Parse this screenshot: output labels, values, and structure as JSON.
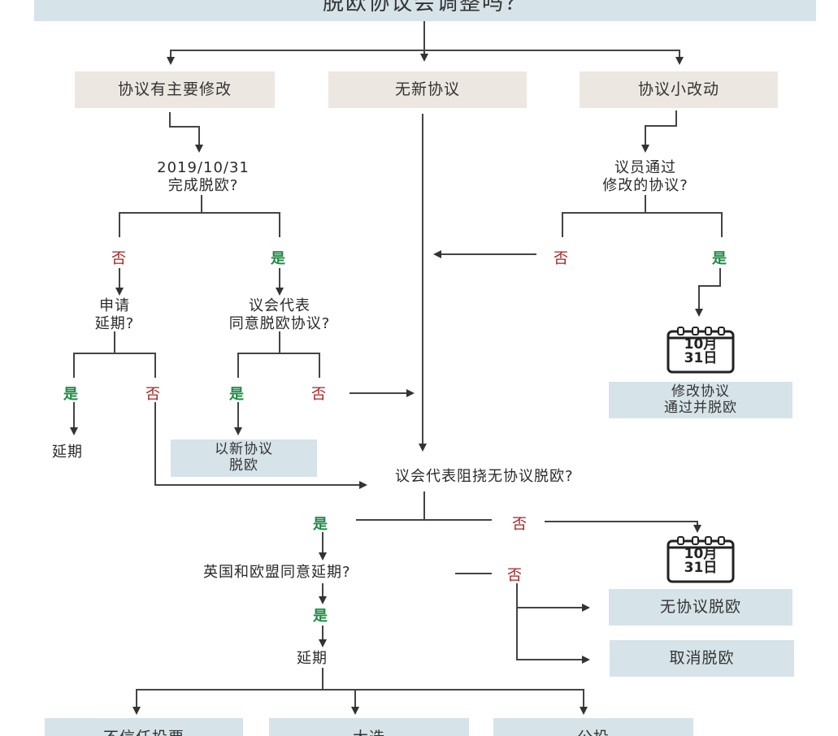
{
  "title": "脱欧协议会调整吗？",
  "row1": {
    "major": "协议有主要修改",
    "none": "无新协议",
    "minor": "协议小改动"
  },
  "q_complete": [
    "2019/10/31",
    "完成脱欧?"
  ],
  "q_mp_pass": [
    "议员通过",
    "修改的协议?"
  ],
  "q_apply": [
    "申请",
    "延期?"
  ],
  "q_agree": [
    "议会代表",
    "同意脱欧协议?"
  ],
  "q_block": "议会代表阻挠无协议脱欧?",
  "q_uk_eu": "英国和欧盟同意延期?",
  "labels": {
    "yes": "是",
    "no": "否",
    "extend": "延期"
  },
  "calendar": {
    "line1": "10月",
    "line2": "31日"
  },
  "outcomes": {
    "amended": [
      "修改协议",
      "通过并脱欧"
    ],
    "new_deal": [
      "以新协议",
      "脱欧"
    ],
    "no_deal": "无协议脱欧",
    "cancel": "取消脱欧"
  },
  "bottom": [
    "不信任投票",
    "大选",
    "公投"
  ]
}
